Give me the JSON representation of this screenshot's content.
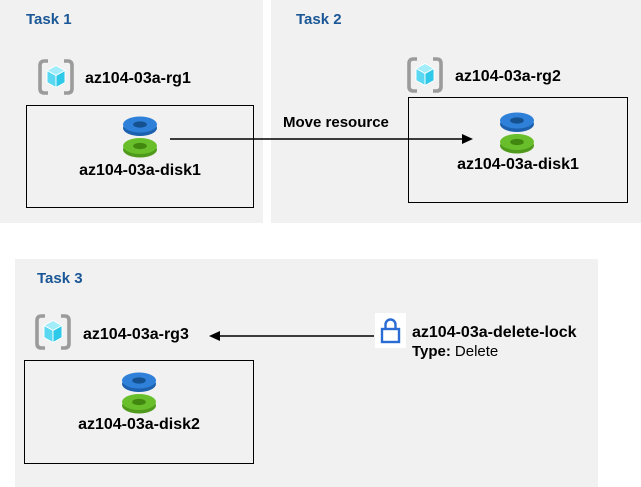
{
  "tasks": [
    {
      "title": "Task 1",
      "resource_group": "az104-03a-rg1",
      "disk": "az104-03a-disk1"
    },
    {
      "title": "Task 2",
      "resource_group": "az104-03a-rg2",
      "disk": "az104-03a-disk1"
    },
    {
      "title": "Task 3",
      "resource_group": "az104-03a-rg3",
      "disk": "az104-03a-disk2"
    }
  ],
  "move_arrow": {
    "label": "Move resource"
  },
  "lock": {
    "name": "az104-03a-delete-lock",
    "type_label": "Type:",
    "type_value": "Delete"
  },
  "icons": {
    "resource_group": "resource-group-icon (gray brackets with cyan cube)",
    "disk": "managed-disk-icon (blue disk stacked on green disk)",
    "lock": "lock-icon (blue outline padlock)",
    "arrow": "black-arrow"
  },
  "colors": {
    "panel_gray": "#f1f1f1",
    "title_blue": "#1b5796",
    "lock_blue": "#2a6bd4",
    "disk_blue": "#2e80d9",
    "disk_green": "#69bf2b",
    "cube_cyan_light": "#a3edfa",
    "cube_cyan_mid": "#5ad8f1",
    "cube_cyan_dark": "#2ec8e8",
    "bracket_gray": "#9b9b9b",
    "line_black": "#000000"
  }
}
